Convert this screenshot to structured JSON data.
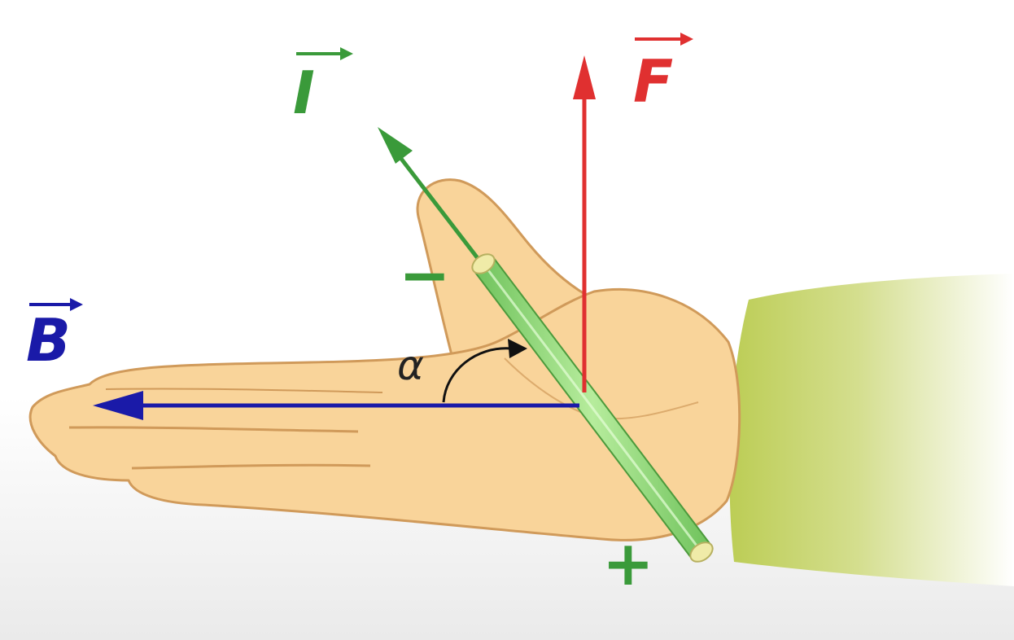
{
  "labels": {
    "current": "I",
    "force": "F",
    "field": "B",
    "angle": "α",
    "negative": "−",
    "positive": "+"
  },
  "colors": {
    "current": "#3a9a3a",
    "force": "#e03030",
    "field": "#1a1aa8",
    "skin": "#f9d49a",
    "skin_outline": "#d09a5a",
    "conductor": "#8fd67a",
    "sleeve": "#c2d36a",
    "angle_text": "#222222"
  }
}
